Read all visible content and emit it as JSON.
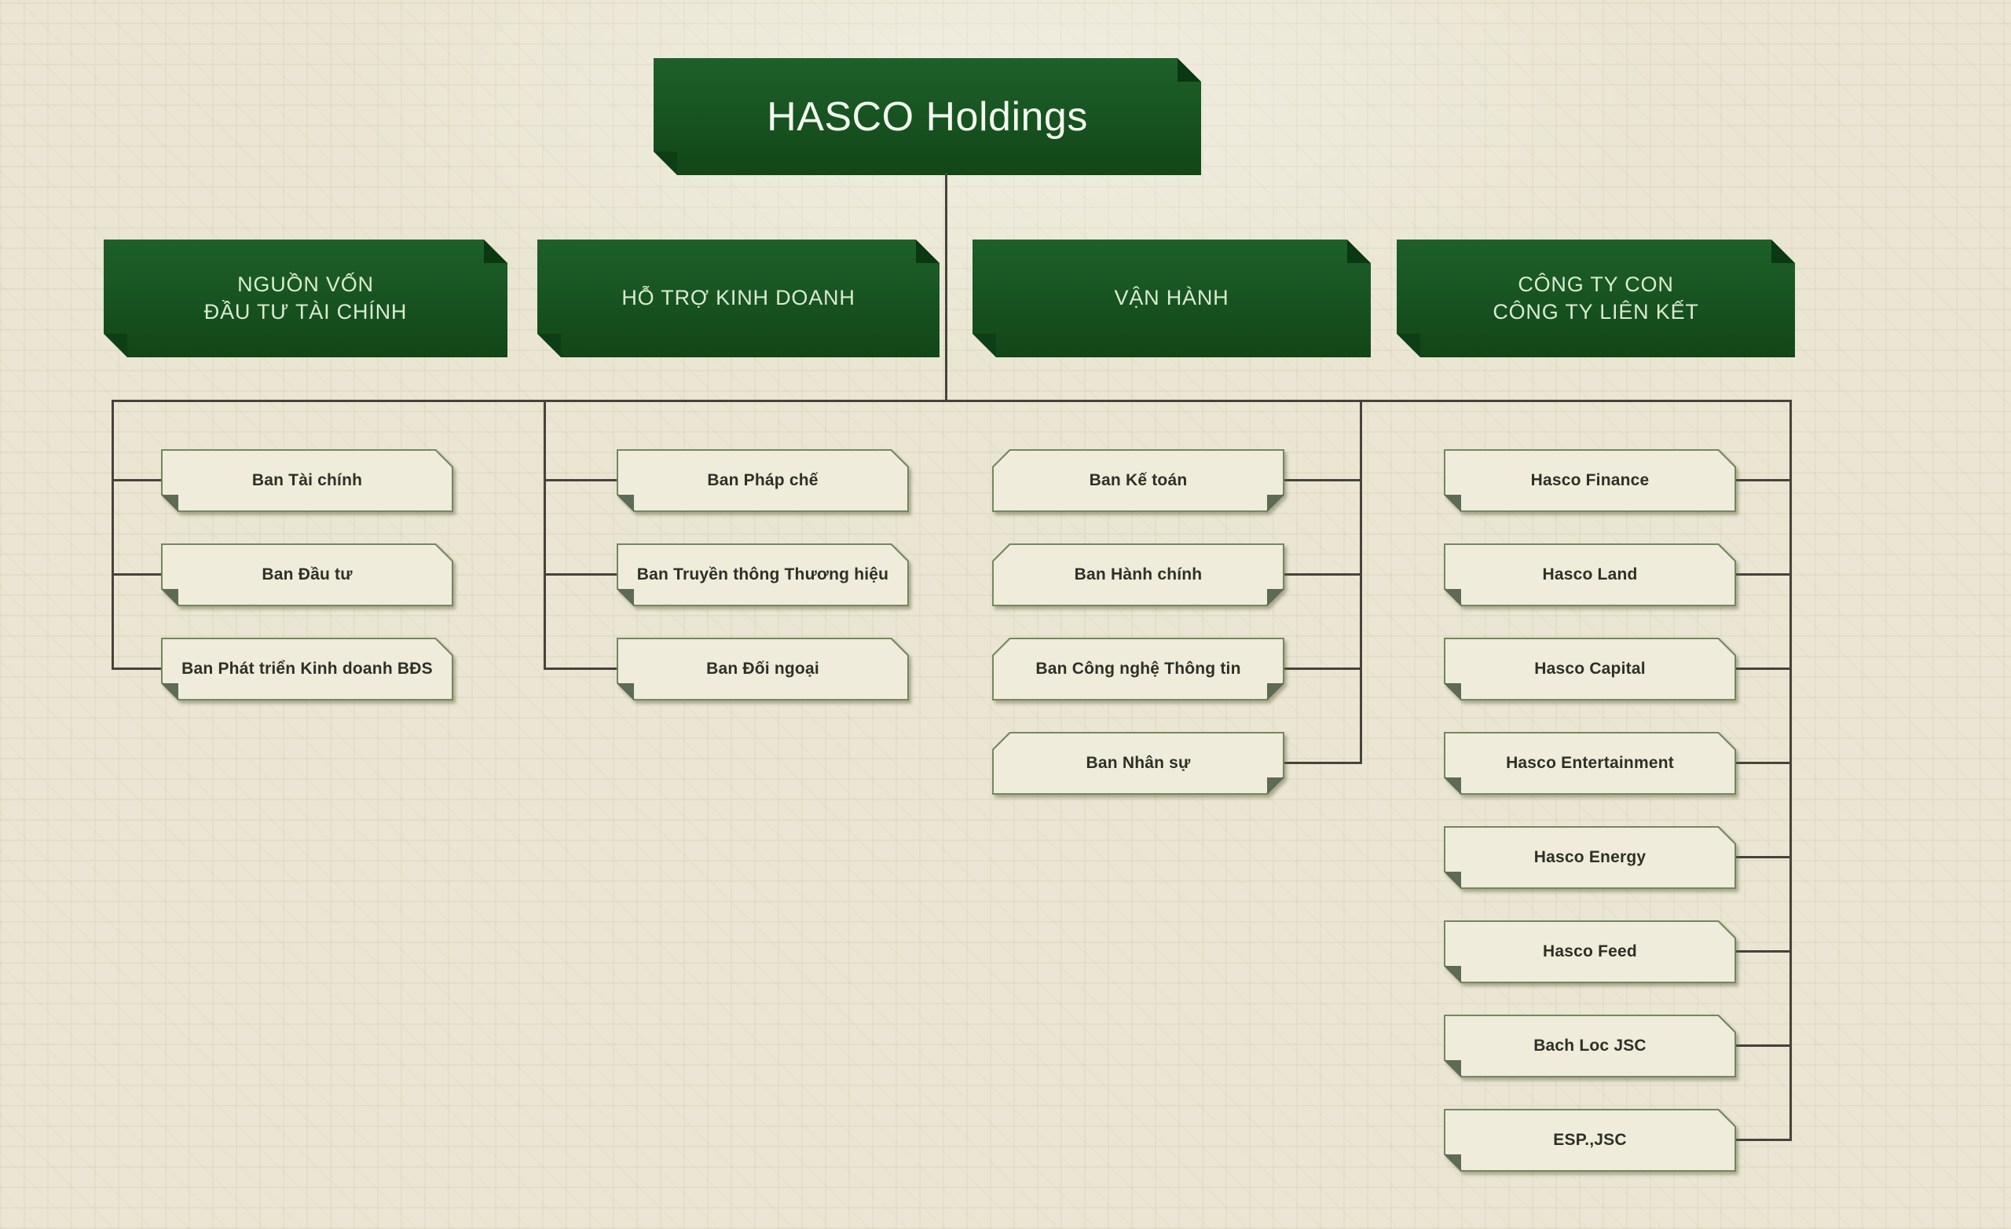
{
  "root": {
    "title": "HASCO Holdings"
  },
  "divisions": [
    {
      "label": "NGUỒN VỐN\nĐẦU TƯ TÀI CHÍNH"
    },
    {
      "label": "HỖ TRỢ KINH DOANH"
    },
    {
      "label": "VẬN HÀNH"
    },
    {
      "label": "CÔNG TY CON\nCÔNG TY LIÊN KẾT"
    }
  ],
  "columns": [
    {
      "items": [
        "Ban Tài chính",
        "Ban Đầu tư",
        "Ban Phát triển Kinh doanh BĐS"
      ]
    },
    {
      "items": [
        "Ban Pháp chế",
        "Ban Truyền thông Thương hiệu",
        "Ban Đối ngoại"
      ]
    },
    {
      "items": [
        "Ban Kế toán",
        "Ban Hành chính",
        "Ban Công nghệ Thông tin",
        "Ban Nhân sự"
      ]
    },
    {
      "items": [
        "Hasco Finance",
        "Hasco Land",
        "Hasco Capital",
        "Hasco Entertainment",
        "Hasco Energy",
        "Hasco Feed",
        "Bach Loc JSC",
        "ESP.,JSC"
      ]
    }
  ],
  "colors": {
    "brand_green": "#17531f",
    "brand_green_dark": "#0b3712",
    "header_text": "#d9ecd0",
    "root_text": "#f4faef",
    "node_fill": "#efecdb",
    "node_border": "#72885f",
    "node_text": "#2e3027",
    "connector": "#45433a",
    "background": "#eae6d3"
  }
}
